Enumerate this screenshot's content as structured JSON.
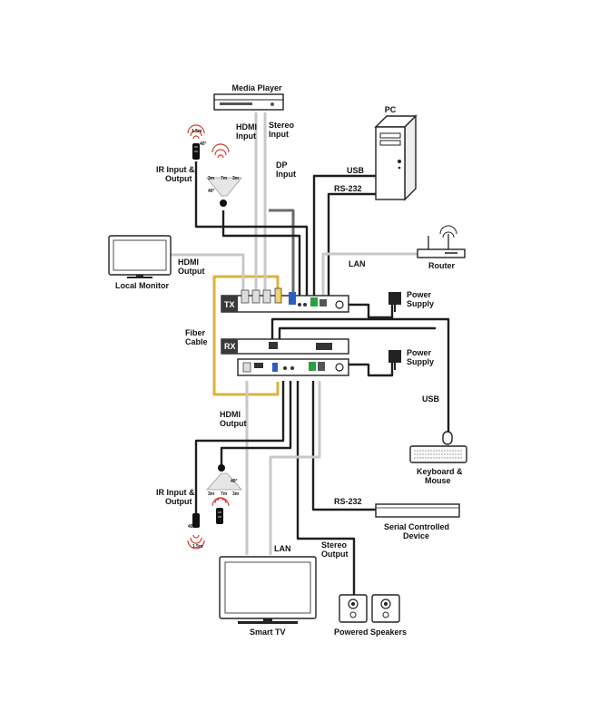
{
  "devices": {
    "media_player": "Media Player",
    "pc": "PC",
    "router": "Router",
    "local_monitor": "Local Monitor",
    "tx": "TX",
    "rx": "RX",
    "keyboard_mouse": [
      "Keyboard &",
      "Mouse"
    ],
    "serial_device": [
      "Serial Controlled",
      "Device"
    ],
    "smart_tv": "Smart TV",
    "speakers": "Powered Speakers"
  },
  "labels": {
    "hdmi_input": [
      "HDMI",
      "Input"
    ],
    "stereo_input": [
      "Stereo",
      "Input"
    ],
    "dp_input": [
      "DP",
      "Input"
    ],
    "usb_top": "USB",
    "rs232_top": "RS-232",
    "ir_top": [
      "IR Input &",
      "Output"
    ],
    "lan_top": "LAN",
    "hdmi_output_top": [
      "HDMI",
      "Output"
    ],
    "power_supply_tx": [
      "Power",
      "Supply"
    ],
    "fiber_cable": [
      "Fiber",
      "Cable"
    ],
    "power_supply_rx": [
      "Power",
      "Supply"
    ],
    "usb_right": "USB",
    "hdmi_output_bottom": [
      "HDMI",
      "Output"
    ],
    "ir_bottom": [
      "IR Input &",
      "Output"
    ],
    "rs232_bottom": "RS-232",
    "lan_bottom": "LAN",
    "stereo_output": [
      "Stereo",
      "Output"
    ]
  },
  "ir_ranges": {
    "top": {
      "upper": "1.5m",
      "left": "3m",
      "mid": "7m",
      "right": "3m",
      "angle_side": "40°",
      "angle_top": "40°"
    },
    "bottom": {
      "upper": "1.5m",
      "left": "3m",
      "mid": "7m",
      "right": "3m",
      "angle_side": "40°",
      "angle_top": "40°"
    }
  },
  "colors": {
    "fiber": "#d9b43a",
    "hdmi_cable": "#c8c8c8",
    "device_bar": "#3a3a3a",
    "connector_blue": "#2a5fc0",
    "connector_green": "#2aa040",
    "ir_red": "#d23a2a"
  }
}
